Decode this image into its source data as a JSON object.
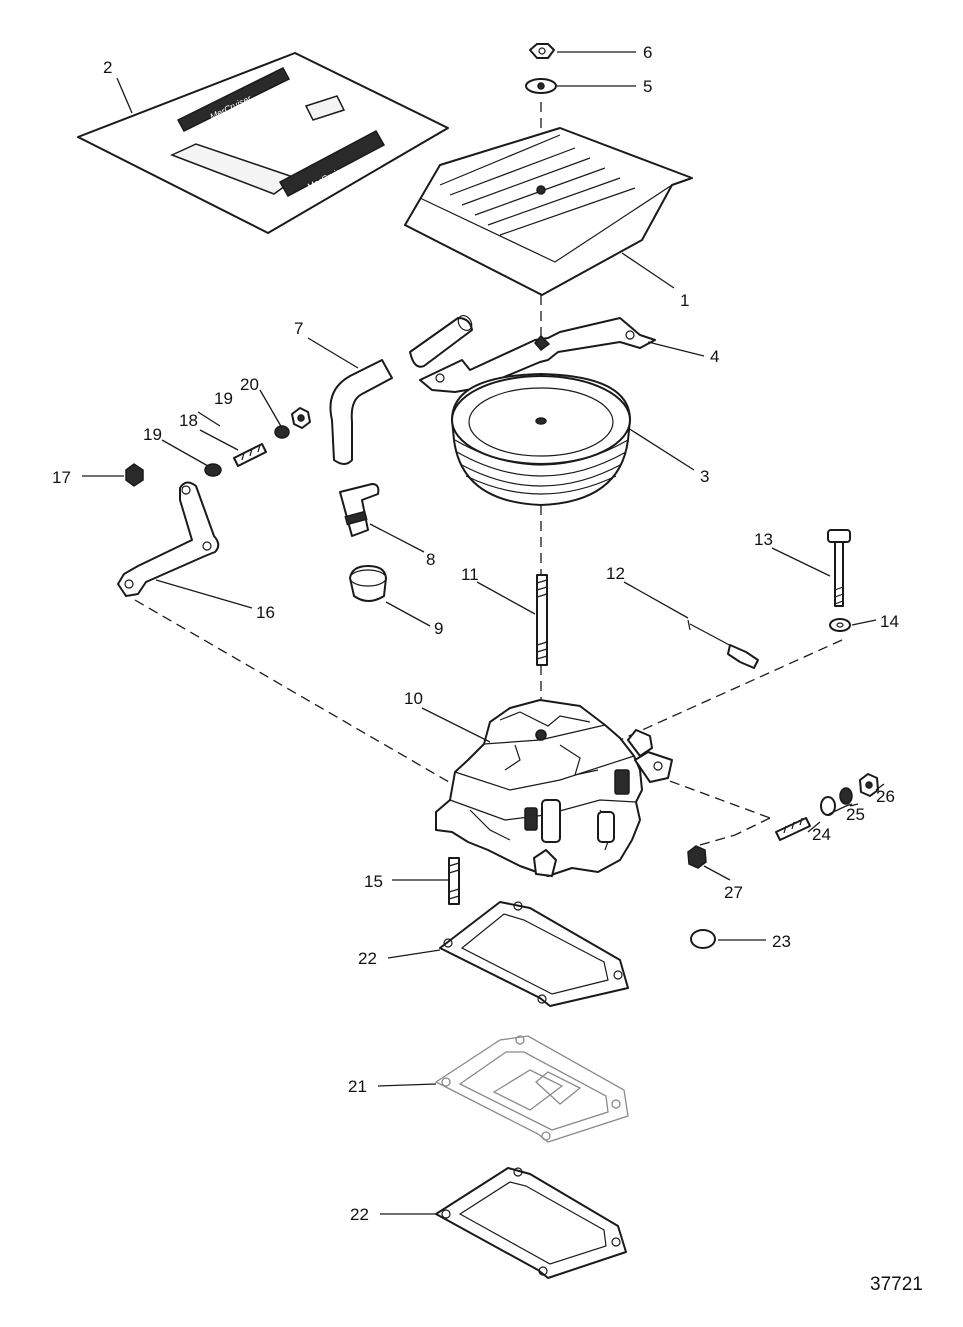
{
  "figure_id": "37721",
  "decal_wordmark": "MerCruiser",
  "callouts": {
    "c1": "1",
    "c2": "2",
    "c3": "3",
    "c4": "4",
    "c5": "5",
    "c6": "6",
    "c7": "7",
    "c8": "8",
    "c9": "9",
    "c10": "10",
    "c11": "11",
    "c12": "12",
    "c13": "13",
    "c14": "14",
    "c15": "15",
    "c16": "16",
    "c17": "17",
    "c18": "18",
    "c19a": "19",
    "c19b": "19",
    "c20": "20",
    "c21": "21",
    "c22a": "22",
    "c22b": "22",
    "c23": "23",
    "c24": "24",
    "c25": "25",
    "c26": "26",
    "c27": "27"
  }
}
